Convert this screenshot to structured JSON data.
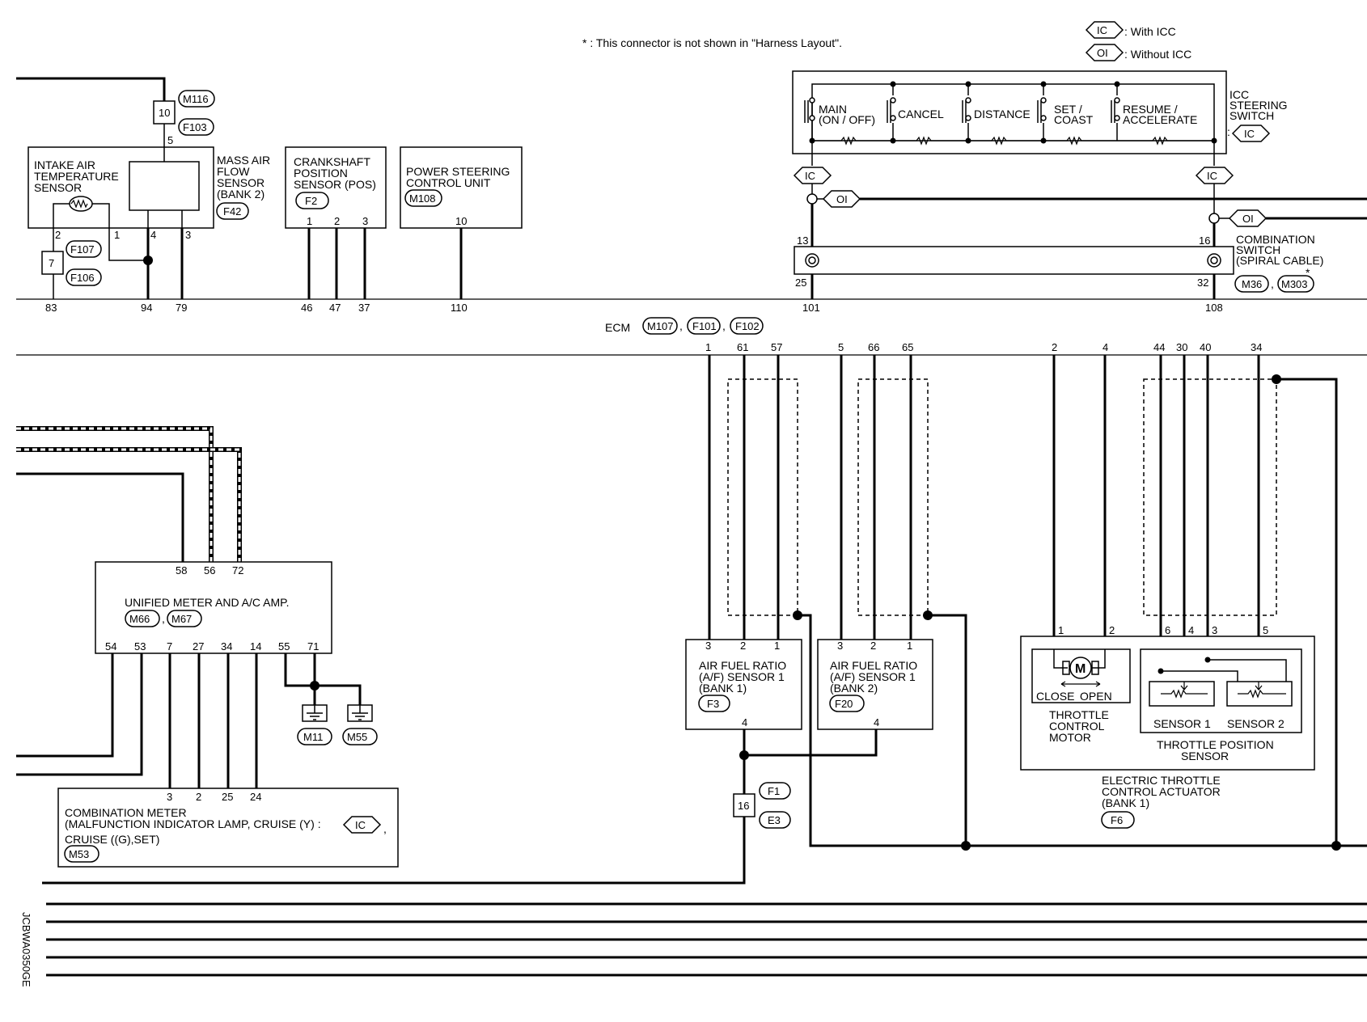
{
  "legend": {
    "note": "* : This connector is not shown in \"Harness Layout\".",
    "ic_label": "IC",
    "ic_text": ": With ICC",
    "oi_label": "OI",
    "oi_text": ": Without ICC"
  },
  "components": {
    "intake_air": "INTAKE AIR",
    "temperature": "TEMPERATURE",
    "sensor": "SENSOR",
    "maf_1": "MASS AIR",
    "maf_2": "FLOW",
    "maf_3": "SENSOR",
    "maf_4": "(BANK 2)",
    "crank_1": "CRANKSHAFT",
    "crank_2": "POSITION",
    "crank_3": "SENSOR (POS)",
    "ps_1": "POWER STEERING",
    "ps_2": "CONTROL UNIT",
    "icc_1": "ICC",
    "icc_2": "STEERING",
    "icc_3": "SWITCH",
    "sw_main_1": "MAIN",
    "sw_main_2": "(ON / OFF)",
    "sw_cancel": "CANCEL",
    "sw_distance": "DISTANCE",
    "sw_set_1": "SET /",
    "sw_set_2": "COAST",
    "sw_res_1": "RESUME /",
    "sw_res_2": "ACCELERATE",
    "comb_1": "COMBINATION",
    "comb_2": "SWITCH",
    "comb_3": "(SPIRAL CABLE)",
    "ecm": "ECM",
    "unified": "UNIFIED METER AND A/C AMP.",
    "cm_1": "COMBINATION METER",
    "cm_2": "(MALFUNCTION INDICATOR LAMP, CRUISE (Y) :",
    "cm_3": "CRUISE ((G),SET)",
    "af1_1": "AIR FUEL RATIO",
    "af1_2": "(A/F) SENSOR 1",
    "af1_3": "(BANK 1)",
    "af2_1": "AIR FUEL RATIO",
    "af2_2": "(A/F) SENSOR 1",
    "af2_3": "(BANK 2)",
    "motor_m": "M",
    "close": "CLOSE",
    "open": "OPEN",
    "tcm_1": "THROTTLE",
    "tcm_2": "CONTROL",
    "tcm_3": "MOTOR",
    "sensor1": "SENSOR 1",
    "sensor2": "SENSOR 2",
    "tps_1": "THROTTLE POSITION",
    "tps_2": "SENSOR",
    "etc_1": "ELECTRIC THROTTLE",
    "etc_2": "CONTROL ACTUATOR",
    "etc_3": "(BANK 1)",
    "star": "*",
    "code": "JCBWA0350GE"
  },
  "connectors": {
    "m116": "M116",
    "f103": "F103",
    "f42": "F42",
    "f107": "F107",
    "f106": "F106",
    "f2": "F2",
    "m108": "M108",
    "m36": "M36",
    "m303": "M303",
    "m107": "M107",
    "f101": "F101",
    "f102": "F102",
    "m66": "M66",
    "m67": "M67",
    "m11": "M11",
    "m55": "M55",
    "m53": "M53",
    "f3": "F3",
    "f20": "F20",
    "f1": "F1",
    "e3": "E3",
    "f6": "F6",
    "ic": "IC",
    "oi": "OI"
  },
  "pins": {
    "j10": "10",
    "p5": "5",
    "j7": "7",
    "p2": "2",
    "p1": "1",
    "p4": "4",
    "p3": "3",
    "c1": "1",
    "c2": "2",
    "c3": "3",
    "ps10": "10",
    "s13": "13",
    "s25": "25",
    "s16": "16",
    "s32": "32",
    "e83": "83",
    "e94": "94",
    "e79": "79",
    "e46": "46",
    "e47": "47",
    "e37": "37",
    "e110": "110",
    "e101": "101",
    "e108": "108",
    "b1": "1",
    "b61": "61",
    "b57": "57",
    "b5": "5",
    "b66": "66",
    "b65": "65",
    "b2": "2",
    "b4": "4",
    "b44": "44",
    "b30": "30",
    "b40": "40",
    "b34": "34",
    "u58": "58",
    "u56": "56",
    "u72": "72",
    "u54": "54",
    "u53": "53",
    "u7": "7",
    "u27": "27",
    "u34": "34",
    "u14": "14",
    "u55": "55",
    "u71": "71",
    "m3": "3",
    "m2": "2",
    "m25": "25",
    "m24": "24",
    "a1_3": "3",
    "a1_2": "2",
    "a1_1": "1",
    "a1_4": "4",
    "a2_3": "3",
    "a2_2": "2",
    "a2_1": "1",
    "a2_4": "4",
    "j16": "16",
    "t1": "1",
    "t2": "2",
    "t6": "6",
    "t4": "4",
    "t3": "3",
    "t5": "5"
  }
}
